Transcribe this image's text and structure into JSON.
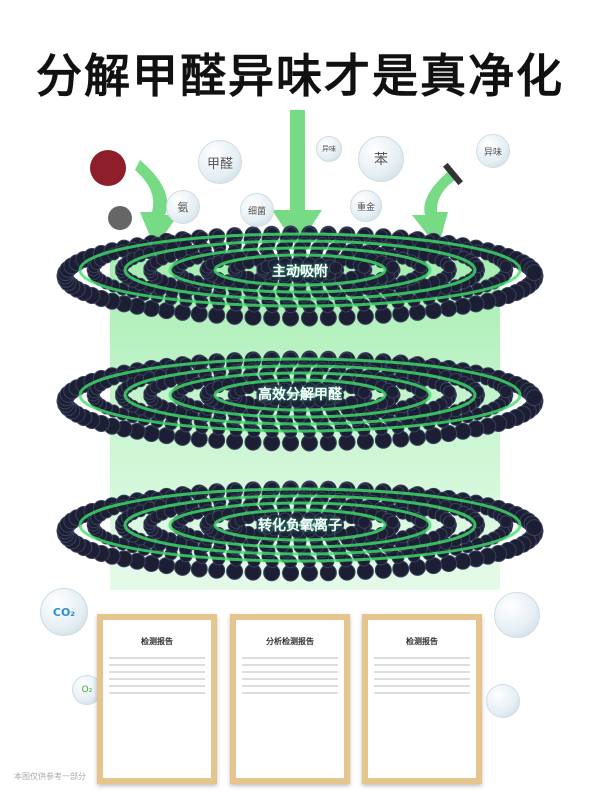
{
  "title": "分解甲醛异味才是真净化",
  "bubbles": [
    "甲醛",
    "异味",
    "苯",
    "异味",
    "氨",
    "细菌",
    "重金"
  ],
  "layers": [
    "主动吸附",
    "高效分解甲醛",
    "转化负氧离子"
  ],
  "badges": {
    "co2": "CO₂",
    "o2": "O₂"
  },
  "certificates": [
    {
      "title": "检测报告"
    },
    {
      "title": "分析检测报告"
    },
    {
      "title": "检测报告"
    }
  ],
  "footer_note": "本图仅供参考一部分",
  "colors": {
    "green": "#3ee06a",
    "bead": "#1c1f33"
  }
}
